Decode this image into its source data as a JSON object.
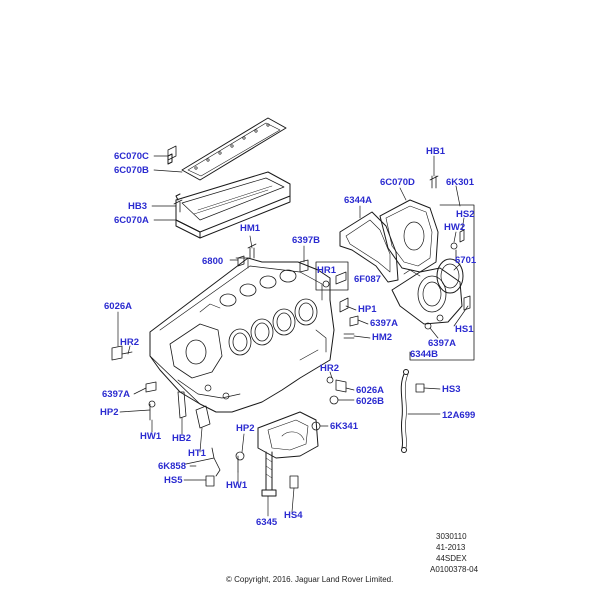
{
  "callouts": {
    "c1": "6C070C",
    "c2": "6C070B",
    "c3": "HB3",
    "c4": "6C070A",
    "c5": "HM1",
    "c6": "6800",
    "c7": "6397B",
    "c8": "HR1",
    "c9": "6F087",
    "c10": "6344A",
    "c11": "6C070D",
    "c12": "HB1",
    "c13": "6K301",
    "c14": "HS2",
    "c15": "HW2",
    "c16": "6701",
    "c17": "HP1",
    "c18": "6397A",
    "c19": "HM2",
    "c20": "HS1",
    "c21": "6397A",
    "c22": "6344B",
    "c23": "6026A",
    "c24": "HR2",
    "c25": "HR2",
    "c26": "6026A",
    "c27": "6026B",
    "c28": "HS3",
    "c29": "12A699",
    "c30": "6397A",
    "c31": "HP2",
    "c32": "HW1",
    "c33": "HB2",
    "c34": "6K341",
    "c35": "HP2",
    "c36": "HT1",
    "c37": "6K858",
    "c38": "HS5",
    "c39": "HW1",
    "c40": "HS4",
    "c41": "6345"
  },
  "reference": {
    "line1": "3030110",
    "line2": "41-2013",
    "line3": "44SDEX",
    "line4": "A0100378-04"
  },
  "copyright": "© Copyright, 2016. Jaguar Land Rover Limited."
}
